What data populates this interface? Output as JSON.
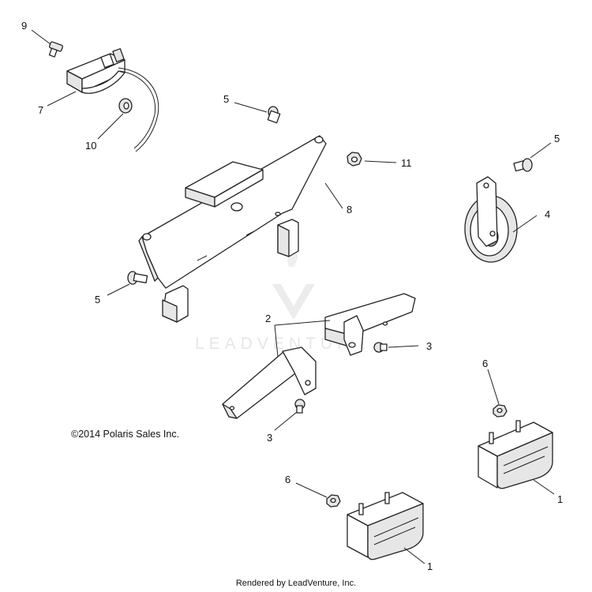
{
  "callouts": {
    "c9": "9",
    "c7": "7",
    "c10": "10",
    "c5a": "5",
    "c11": "11",
    "c8": "8",
    "c5b": "5",
    "c4": "4",
    "c5c": "5",
    "c2": "2",
    "c3a": "3",
    "c3b": "3",
    "c6a": "6",
    "c6b": "6",
    "c1a": "1",
    "c1b": "1"
  },
  "copyright": "©2014  Polaris Sales Inc.",
  "rendered_by": "Rendered by LeadVenture, Inc.",
  "watermark": "LEADVENTURE",
  "colors": {
    "line": "#222222",
    "watermark": "#d6d6d6",
    "background": "#ffffff"
  }
}
